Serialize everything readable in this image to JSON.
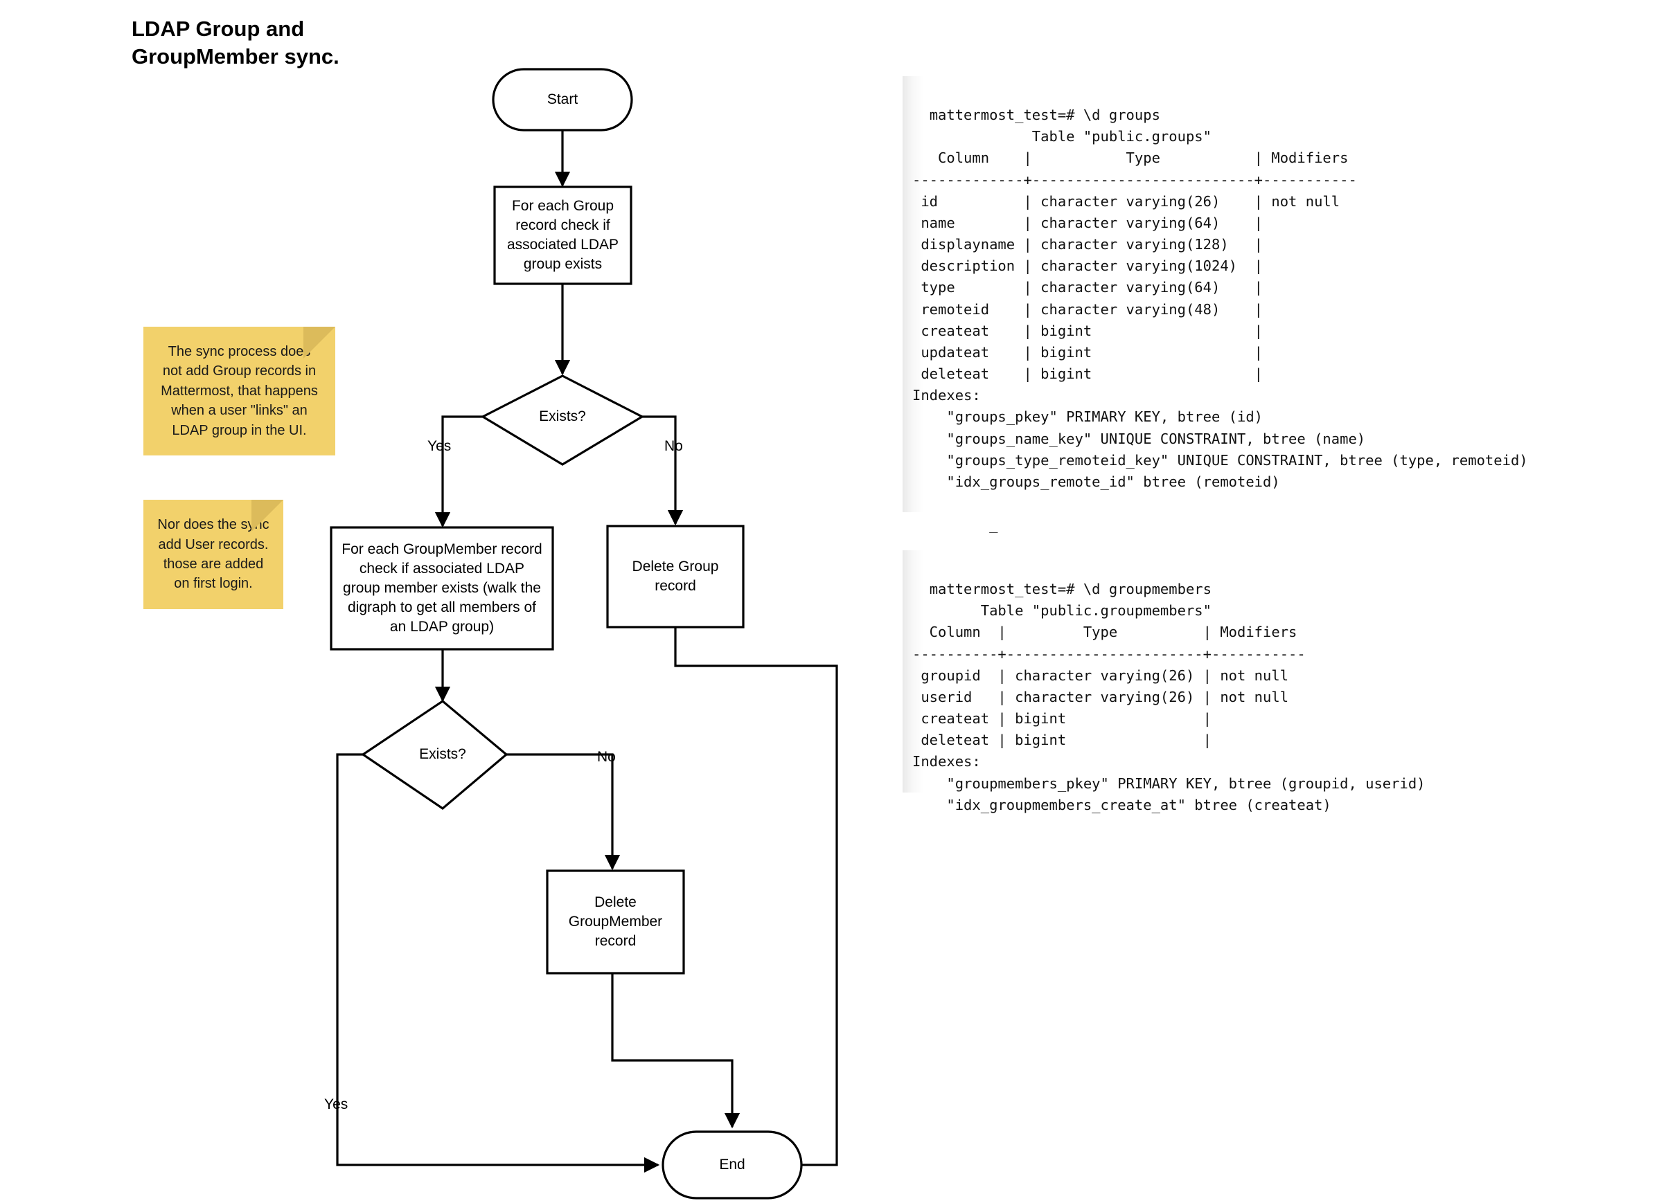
{
  "title": "LDAP Group and\nGroupMember sync.",
  "flowchart": {
    "nodes": {
      "start": "Start",
      "check_group": "For each Group\nrecord check if\nassociated LDAP\ngroup exists",
      "exists_group": "Exists?",
      "check_groupmember": "For each GroupMember record\ncheck if associated LDAP\ngroup member exists (walk the\ndigraph to get all members of\nan LDAP group)",
      "delete_group": "Delete Group\nrecord",
      "exists_groupmember": "Exists?",
      "delete_groupmember": "Delete\nGroupMember\nrecord",
      "end": "End"
    },
    "edge_labels": {
      "group_yes": "Yes",
      "group_no": "No",
      "member_no": "No",
      "member_yes": "Yes"
    }
  },
  "notes": [
    {
      "id": "note-sync-group",
      "text": "The sync process does\nnot add Group records in\nMattermost, that happens\nwhen a user \"links\" an\nLDAP group in the UI."
    },
    {
      "id": "note-sync-user",
      "text": "Nor does the sync\nadd User records.\nthose are added\non first login."
    }
  ],
  "terminals": [
    {
      "id": "terminal-groups",
      "text": "mattermost_test=# \\d groups\n              Table \"public.groups\"\n   Column    |           Type           | Modifiers\n-------------+--------------------------+-----------\n id          | character varying(26)    | not null\n name        | character varying(64)    |\n displayname | character varying(128)   |\n description | character varying(1024)  |\n type        | character varying(64)    |\n remoteid    | character varying(48)    |\n createat    | bigint                   |\n updateat    | bigint                   |\n deleteat    | bigint                   |\nIndexes:\n    \"groups_pkey\" PRIMARY KEY, btree (id)\n    \"groups_name_key\" UNIQUE CONSTRAINT, btree (name)\n    \"groups_type_remoteid_key\" UNIQUE CONSTRAINT, btree (type, remoteid)\n    \"idx_groups_remote_id\" btree (remoteid)\n\n         _"
    },
    {
      "id": "terminal-groupmembers",
      "text": "mattermost_test=# \\d groupmembers\n        Table \"public.groupmembers\"\n  Column  |         Type          | Modifiers\n----------+-----------------------+-----------\n groupid  | character varying(26) | not null\n userid   | character varying(26) | not null\n createat | bigint                |\n deleteat | bigint                |\nIndexes:\n    \"groupmembers_pkey\" PRIMARY KEY, btree (groupid, userid)\n    \"idx_groupmembers_create_at\" btree (createat)"
    }
  ],
  "colors": {
    "stroke": "#000000",
    "note_fill": "#f2d16b",
    "note_fold": "#dcbb5b",
    "background": "#ffffff"
  }
}
